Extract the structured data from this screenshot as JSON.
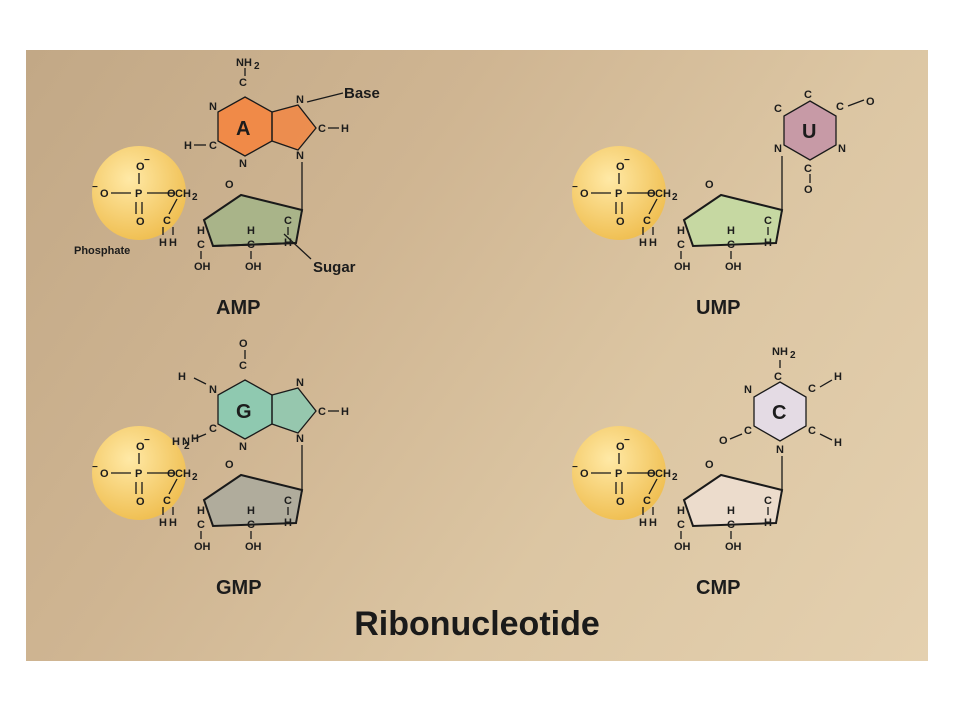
{
  "title": "Ribonucleotide",
  "labels": {
    "phosphate": "Phosphate",
    "sugar": "Sugar",
    "base": "Base"
  },
  "nucleotides": [
    {
      "name": "AMP",
      "base_letter": "A"
    },
    {
      "name": "UMP",
      "base_letter": "U"
    },
    {
      "name": "GMP",
      "base_letter": "G"
    },
    {
      "name": "CMP",
      "base_letter": "C"
    }
  ],
  "colors": {
    "phosphate": "#f2c45a",
    "adenine": "#f08a48",
    "uracil": "#c79aa6",
    "guanine": "#8fc9b0",
    "cytosine": "#e4dbe4",
    "sugar_amp": "#a9b489",
    "sugar_ump": "#c6d8a2",
    "sugar_gmp": "#b0ac9c",
    "sugar_cmp": "#ecdccc"
  }
}
